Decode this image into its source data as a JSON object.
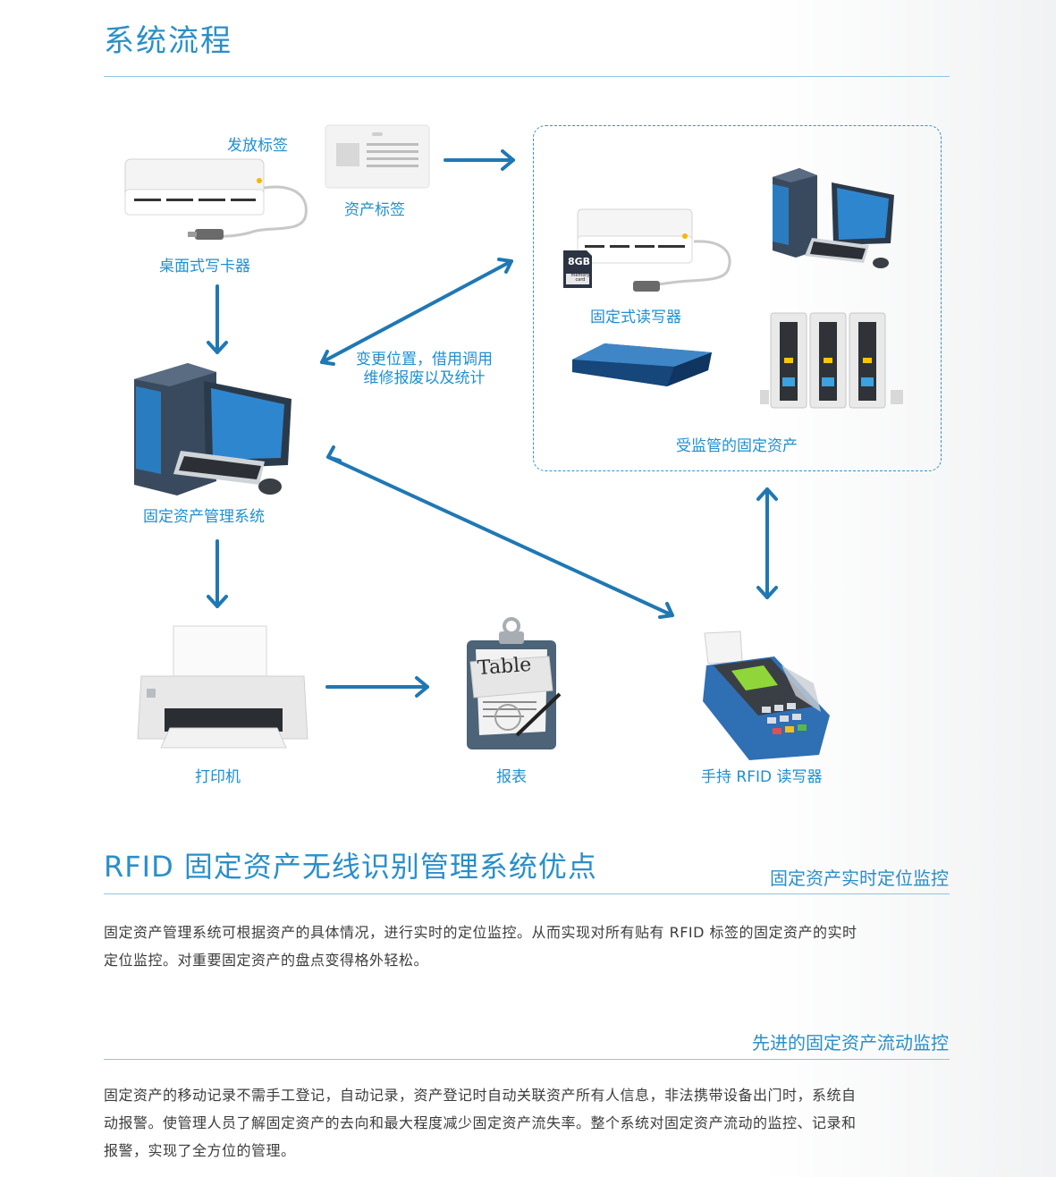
{
  "header": {
    "title": "系统流程"
  },
  "diagram": {
    "labels": {
      "issue_tag": "发放标签",
      "asset_tag": "资产标签",
      "desktop_writer": "桌面式写卡器",
      "fixed_reader": "固定式读写器",
      "monitored_assets": "受监管的固定资产",
      "system": "固定资产管理系统",
      "change_line1": "变更位置，借用调用",
      "change_line2": "维修报废以及统计",
      "printer": "打印机",
      "report": "报表",
      "handheld": "手持 RFID 读写器"
    },
    "sd_card": {
      "size": "8GB",
      "line1": "memory",
      "line2": "card"
    },
    "report_text": "Table"
  },
  "advantages": {
    "title": "RFID 固定资产无线识别管理系统优点",
    "sections": [
      {
        "heading": "固定资产实时定位监控",
        "line1": "固定资产管理系统可根据资产的具体情况，进行实时的定位监控。从而实现对所有贴有 RFID 标签的固定资产的实时",
        "line2": "定位监控。对重要固定资产的盘点变得格外轻松。"
      },
      {
        "heading": "先进的固定资产流动监控",
        "line1": "固定资产的移动记录不需手工登记，自动记录，资产登记时自动关联资产所有人信息，非法携带设备出门时，系统自",
        "line2": "动报警。使管理人员了解固定资产的去向和最大程度减少固定资产流失率。整个系统对固定资产流动的监控、记录和",
        "line3": "报警，实现了全方位的管理。"
      }
    ]
  },
  "colors": {
    "accent": "#2a8fc9",
    "arrow": "#1f78b4",
    "label": "#1f8fd0"
  }
}
